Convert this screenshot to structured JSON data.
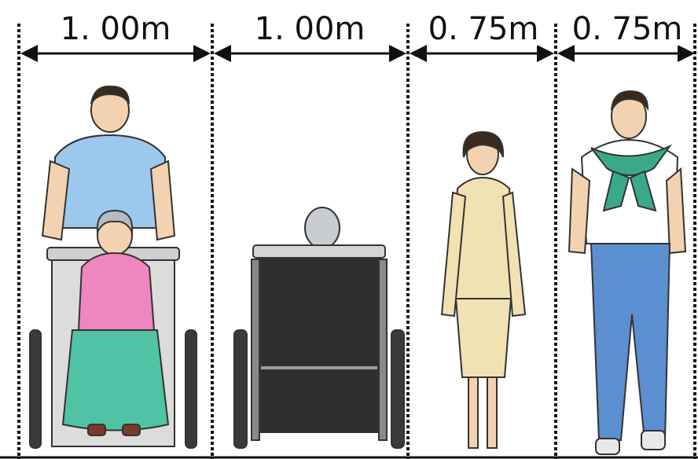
{
  "dimensions": [
    {
      "label": "1. 00m"
    },
    {
      "label": "1. 00m"
    },
    {
      "label": "0. 75m"
    },
    {
      "label": "0. 75m"
    }
  ],
  "colors": {
    "ink": "#111111",
    "skin": "#f2d2b0",
    "hair_dark": "#3a2a1c",
    "hair_gray": "#b8bcc0",
    "blue_shirt": "#9cc8ee",
    "pink_top": "#ef86c0",
    "green_skirt": "#4fc3a3",
    "chair_dark": "#2e2e2e",
    "chair_frame": "#8a8a8a",
    "suit_beige": "#f1e2b3",
    "jeans_blue": "#5b8fcf",
    "sweater_green": "#3aa98a"
  },
  "figures": [
    {
      "name": "caregiver-pushing-wheelchair",
      "icon": "person-with-wheelchair-user-icon"
    },
    {
      "name": "wheelchair-user-rear-view",
      "icon": "wheelchair-rear-icon"
    },
    {
      "name": "walking-woman",
      "icon": "woman-standing-icon"
    },
    {
      "name": "walking-man",
      "icon": "man-standing-icon"
    }
  ]
}
